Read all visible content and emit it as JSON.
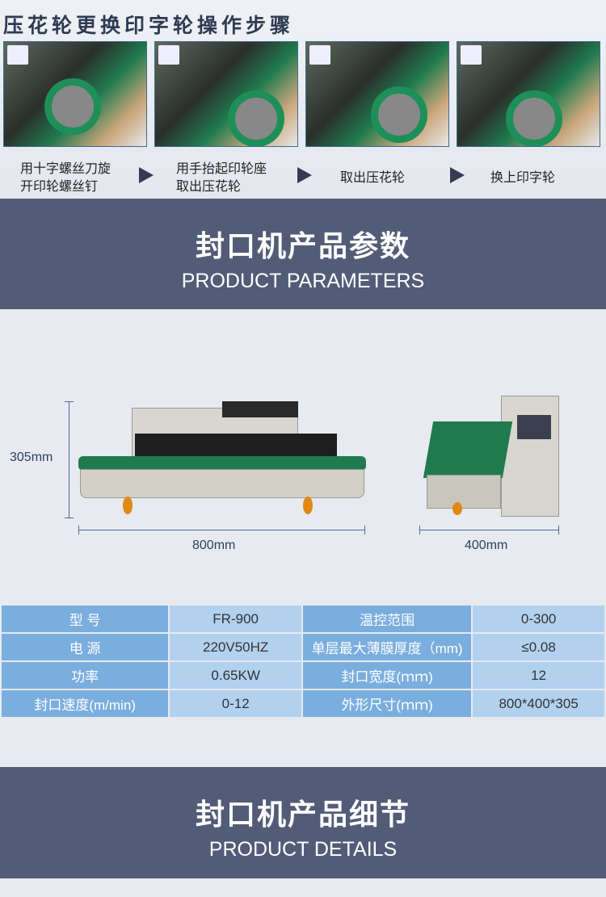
{
  "steps_section": {
    "title": "压花轮更换印字轮操作步骤",
    "steps": [
      {
        "line1": "用十字螺丝刀旋",
        "line2": "开印轮螺丝钉"
      },
      {
        "line1": "用手抬起印轮座",
        "line2": "取出压花轮"
      },
      {
        "line1": "取出压花轮",
        "line2": ""
      },
      {
        "line1": "换上印字轮",
        "line2": ""
      }
    ]
  },
  "params_band": {
    "title_cn": "封口机产品参数",
    "title_en": "PRODUCT PARAMETERS"
  },
  "dimensions": {
    "height": "305mm",
    "width": "800mm",
    "depth": "400mm"
  },
  "spec_table": [
    [
      "型 号",
      "FR-900",
      "温控范围",
      "0-300"
    ],
    [
      "电 源",
      "220V50HZ",
      "单层最大薄膜厚度（mm)",
      "≤0.08"
    ],
    [
      "功率",
      "0.65KW",
      "封口宽度(ｍｍ)",
      "12"
    ],
    [
      "封口速度(m/min)",
      "0-12",
      "外形尺寸(ｍｍ)",
      "800*400*305"
    ]
  ],
  "details_band": {
    "title_cn": "封口机产品细节",
    "title_en": "PRODUCT DETAILS"
  },
  "colors": {
    "band": "#535c77",
    "table_key": "#7aaede",
    "table_value": "#b2d1ef",
    "conveyor": "#1f7a4e"
  }
}
